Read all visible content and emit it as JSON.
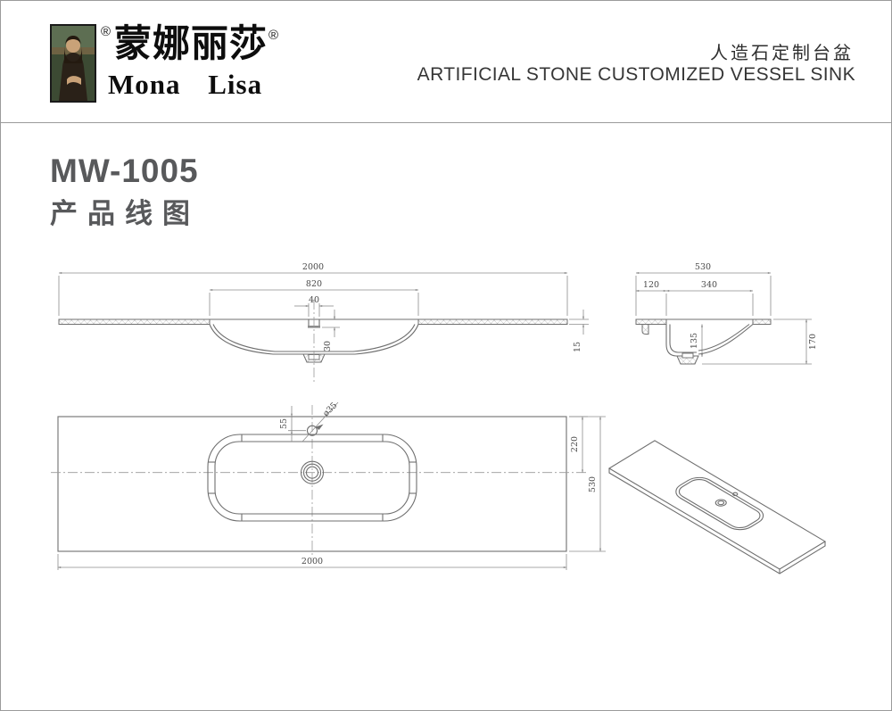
{
  "brand": {
    "registered_mark": "®",
    "name_zh": "蒙娜丽莎",
    "name_en": "Mona Lisa"
  },
  "header_right": {
    "title_zh": "人造石定制台盆",
    "title_en": "ARTIFICIAL STONE CUSTOMIZED VESSEL SINK"
  },
  "product": {
    "model": "MW-1005",
    "drawing_label_zh": "产品线图"
  },
  "colors": {
    "line": "#6f6f6f",
    "dimension_line": "#8c8c8c",
    "dimension_text": "#4a4a4a",
    "title_text": "#58595b",
    "border": "#9b9b9b"
  },
  "front_view": {
    "dim_overall_width": "2000",
    "dim_basin_opening": "820",
    "dim_faucet_hole_width": "40",
    "dim_faucet_hole_depth": "30",
    "dim_countertop_thickness": "15"
  },
  "side_view": {
    "dim_overall_depth": "530",
    "dim_front_to_basin": "120",
    "dim_basin_depth": "340",
    "dim_basin_inner_height": "135",
    "dim_overall_height": "170"
  },
  "plan_view": {
    "dim_overall_width": "2000",
    "dim_overall_depth": "530",
    "dim_back_to_drain_center": "220",
    "dim_back_to_faucet_center": "55",
    "dim_faucet_hole_diameter": "ø35"
  }
}
